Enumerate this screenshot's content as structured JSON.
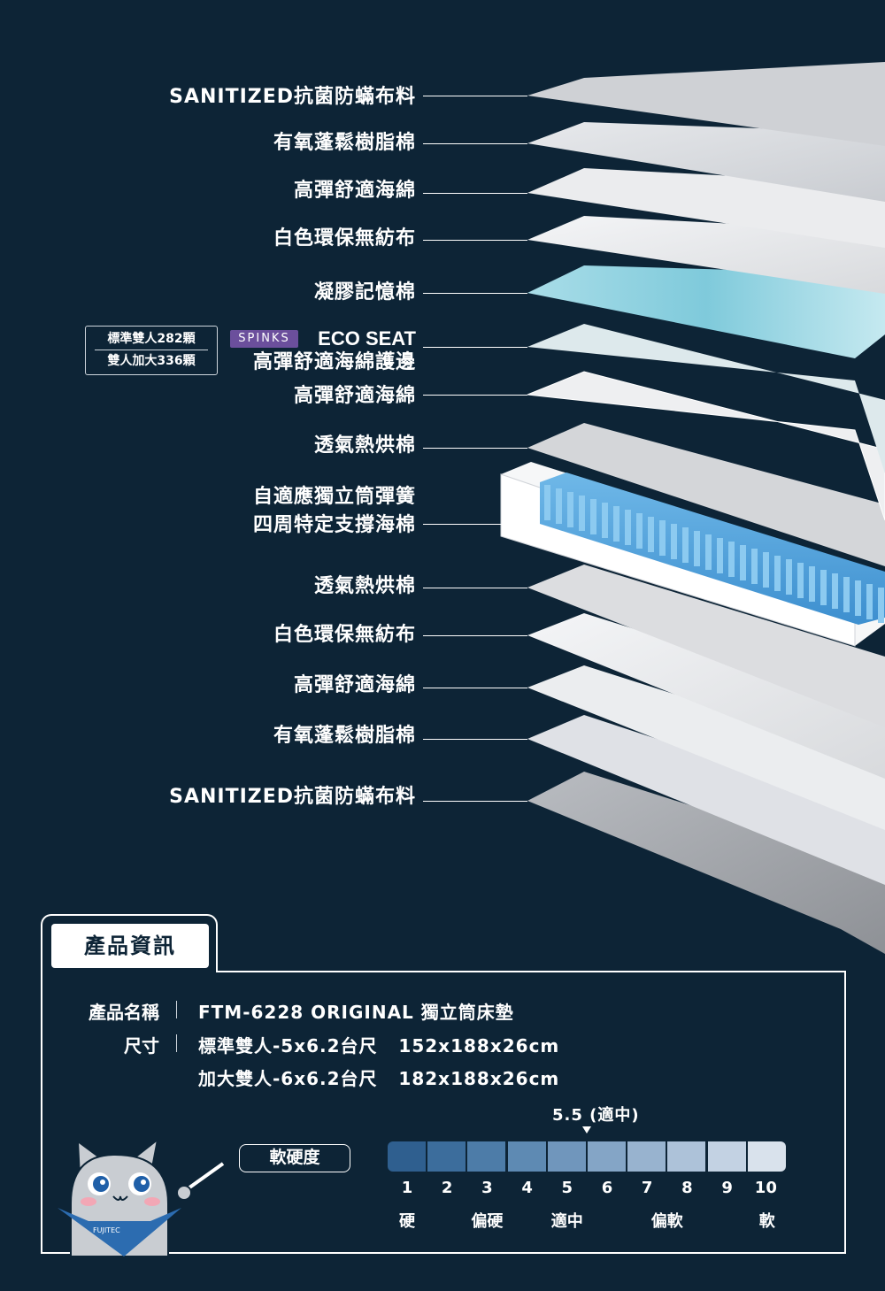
{
  "layers": [
    {
      "label": "SANITIZED抗菌防蟎布料"
    },
    {
      "label": "有氧蓬鬆樹脂棉"
    },
    {
      "label": "高彈舒適海綿"
    },
    {
      "label": "白色環保無紡布"
    },
    {
      "label": "凝膠記憶棉"
    },
    {
      "label": "高彈舒適海綿護邊"
    },
    {
      "label": "高彈舒適海綿"
    },
    {
      "label": "透氣熱烘棉"
    },
    {
      "label": "自適應獨立筒彈簧"
    },
    {
      "label": "四周特定支撐海棉"
    },
    {
      "label": "透氣熱烘棉"
    },
    {
      "label": "白色環保無紡布"
    },
    {
      "label": "高彈舒適海綿"
    },
    {
      "label": "有氧蓬鬆樹脂棉"
    },
    {
      "label": "SANITIZED抗菌防蟎布料"
    }
  ],
  "spring_count": {
    "standard": "標準雙人282顆",
    "king": "雙人加大336顆"
  },
  "brand_badge": "SPINKS",
  "eco_seat": "ECO SEAT",
  "info": {
    "tab_title": "產品資訊",
    "name_key": "產品名稱",
    "name_value": "FTM-6228 ORIGINAL 獨立筒床墊",
    "size_key": "尺寸",
    "size_standard": "標準雙人-5x6.2台尺   152x188x26cm",
    "size_king": "加大雙人-6x6.2台尺   182x188x26cm"
  },
  "firmness": {
    "label": "軟硬度",
    "rating_text": "5.5 (適中)",
    "rating_value": 5.5,
    "scale": [
      "1",
      "2",
      "3",
      "4",
      "5",
      "6",
      "7",
      "8",
      "9",
      "10"
    ],
    "words": [
      "硬",
      "偏硬",
      "適中",
      "偏軟",
      "軟"
    ],
    "colors": [
      "#2f5f8f",
      "#3c6d9c",
      "#4d7ca8",
      "#5e8ab3",
      "#7096bc",
      "#84a5c6",
      "#98b3cf",
      "#adc2d9",
      "#c3d2e3",
      "#d9e2ec"
    ]
  },
  "mascot": {
    "badge": "FUJITEC"
  }
}
